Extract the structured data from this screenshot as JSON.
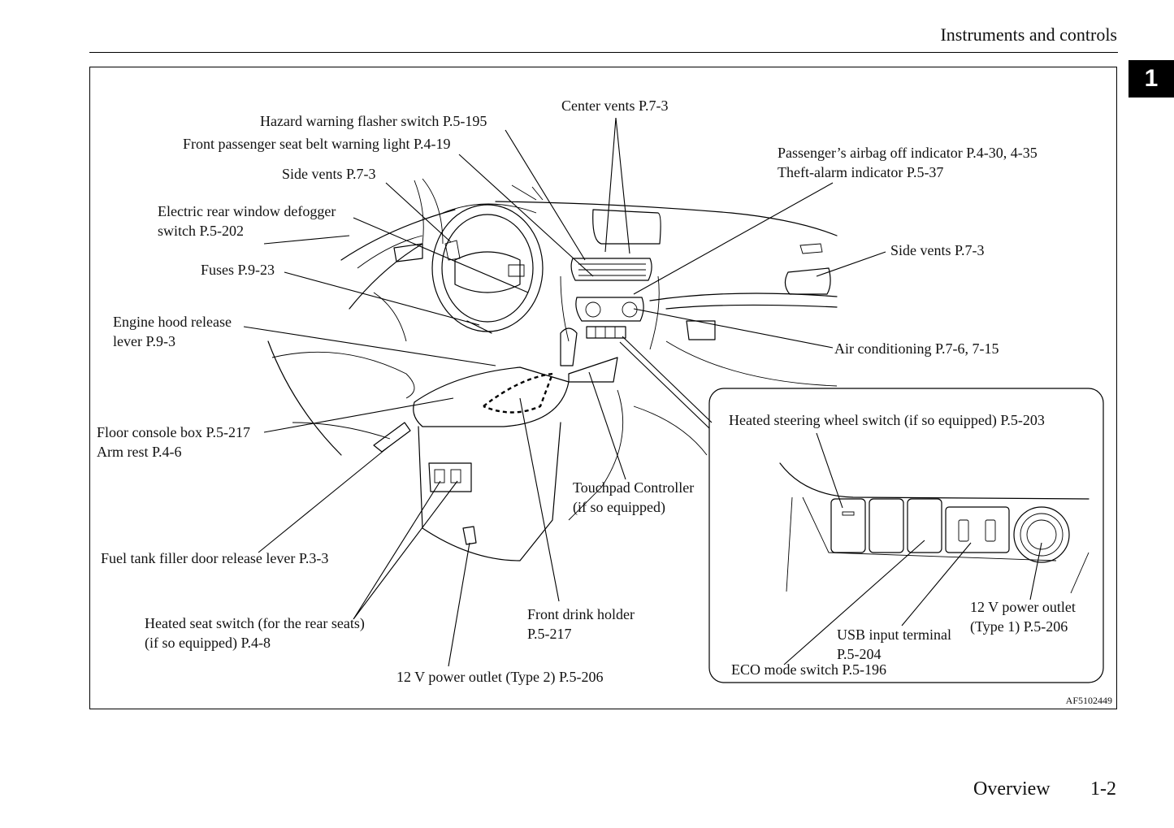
{
  "header": {
    "section_title": "Instruments and controls",
    "chapter_number": "1"
  },
  "figure": {
    "reference_code": "AF5102449",
    "labels": {
      "center_vents": "Center vents P.7-3",
      "hazard_switch": "Hazard warning flasher switch P.5-195",
      "passenger_belt_light": "Front passenger seat belt warning light P.4-19",
      "side_vents_left": "Side vents P.7-3",
      "defogger_line1": "Electric rear window defogger",
      "defogger_line2": "switch P.5-202",
      "fuses": "Fuses P.9-23",
      "hood_release_line1": "Engine hood release",
      "hood_release_line2": "lever P.9-3",
      "console_box": "Floor console box P.5-217",
      "arm_rest": "Arm rest P.4-6",
      "fuel_door": "Fuel tank filler door release lever P.3-3",
      "rear_heated_seat_line1": "Heated seat switch (for the rear seats)",
      "rear_heated_seat_line2": "(if so equipped) P.4-8",
      "power_outlet_type2": "12 V power outlet (Type 2) P.5-206",
      "drink_holder_line1": "Front drink holder",
      "drink_holder_line2": "P.5-217",
      "touchpad_line1": "Touchpad Controller",
      "touchpad_line2": "(if so equipped)",
      "airbag_off": "Passenger’s airbag off indicator P.4-30, 4-35",
      "theft_alarm": "Theft-alarm indicator P.5-37",
      "side_vents_right": "Side vents P.7-3",
      "air_conditioning": "Air conditioning P.7-6, 7-15",
      "heated_steering": "Heated steering wheel switch (if so equipped) P.5-203",
      "power_outlet_type1_line1": "12 V power outlet",
      "power_outlet_type1_line2": "(Type 1) P.5-206",
      "usb_line1": "USB input terminal",
      "usb_line2": "P.5-204",
      "eco_mode": "ECO mode switch P.5-196"
    }
  },
  "footer": {
    "section": "Overview",
    "page": "1-2"
  }
}
